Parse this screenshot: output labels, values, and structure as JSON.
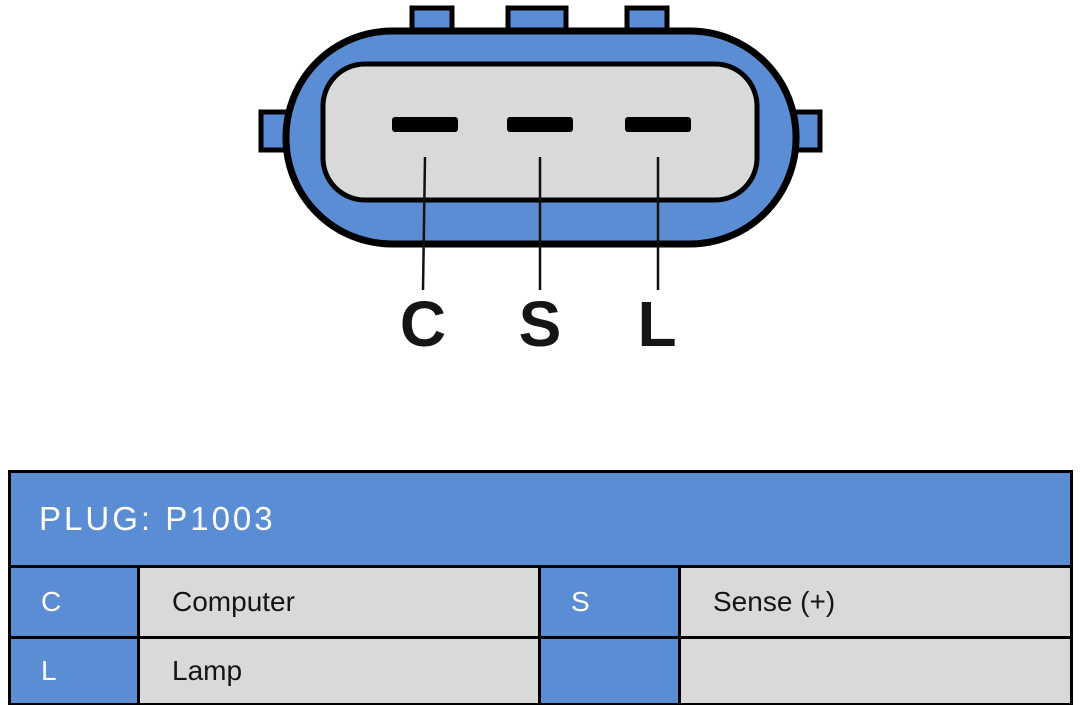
{
  "connector": {
    "pin_labels": [
      "C",
      "S",
      "L"
    ]
  },
  "table": {
    "title": "PLUG: P1003",
    "rows": [
      [
        "C",
        "Computer",
        "S",
        "Sense (+)"
      ],
      [
        "L",
        "Lamp",
        "",
        ""
      ]
    ]
  },
  "colors": {
    "blue": "#5a8dd3",
    "cell_gray": "#d9d9d9",
    "outline_black": "#000000"
  }
}
